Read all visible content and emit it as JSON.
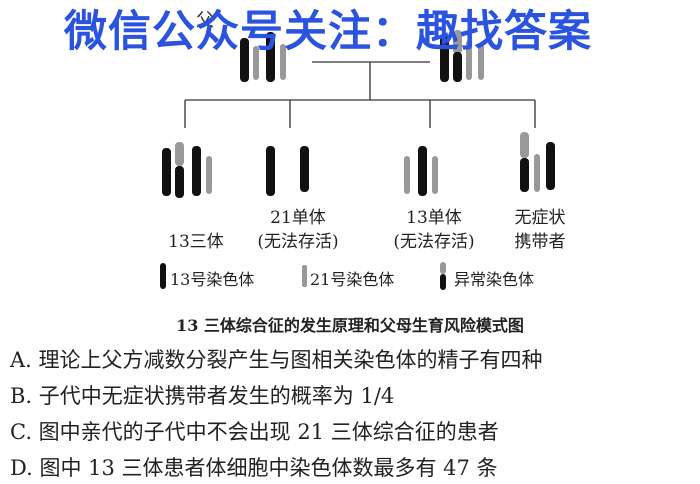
{
  "watermark": "微信公众号关注：趣找答案",
  "parents": {
    "father": "父"
  },
  "offspring": [
    {
      "line1": "",
      "line2": "13三体"
    },
    {
      "line1": "21单体",
      "line2": "(无法存活)"
    },
    {
      "line1": "13单体",
      "line2": "(无法存活)"
    },
    {
      "line1": "无症状",
      "line2": "携带者"
    }
  ],
  "legend": {
    "chr13": "13号染色体",
    "chr21": "21号染色体",
    "abnormal": "异常染色体"
  },
  "caption": "13 三体综合征的发生原理和父母生育风险模式图",
  "options": [
    "A. 理论上父方减数分裂产生与图相关染色体的精子有四种",
    "B. 子代中无症状携带者发生的概率为 1/4",
    "C. 图中亲代的子代中不会出现 21 三体综合征的患者",
    "D. 图中 13 三体患者体细胞中染色体数最多有 47 条"
  ],
  "colors": {
    "watermark": "#2a53e0",
    "chr13": "#111111",
    "chr21": "#999999",
    "line": "#555555"
  }
}
